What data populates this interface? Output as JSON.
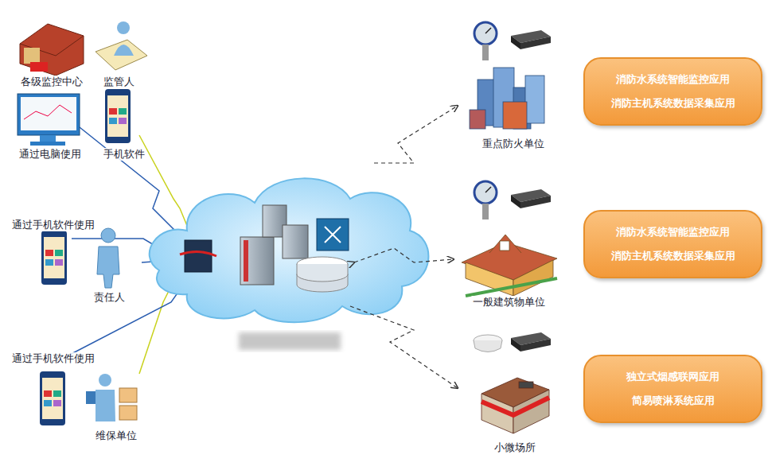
{
  "diagram": {
    "nodes": [
      {
        "text": [
          "消防水系统智能监控应用",
          "消防主机系统数据采集应用"
        ]
      },
      {
        "text": [
          "消防水系统智能监控应用",
          "消防主机系统数据采集应用"
        ]
      },
      {
        "text": [
          "独立式烟感联网应用",
          "简易喷淋系统应用"
        ]
      }
    ],
    "labels": [
      "各级监控中心",
      "监管人",
      "通过电脑使用",
      "手机软件",
      "通过手机软件使用",
      "责任人",
      "通过手机软件使用",
      "维保单位",
      "重点防火单位",
      "一般建筑物单位",
      "小微场所"
    ]
  }
}
